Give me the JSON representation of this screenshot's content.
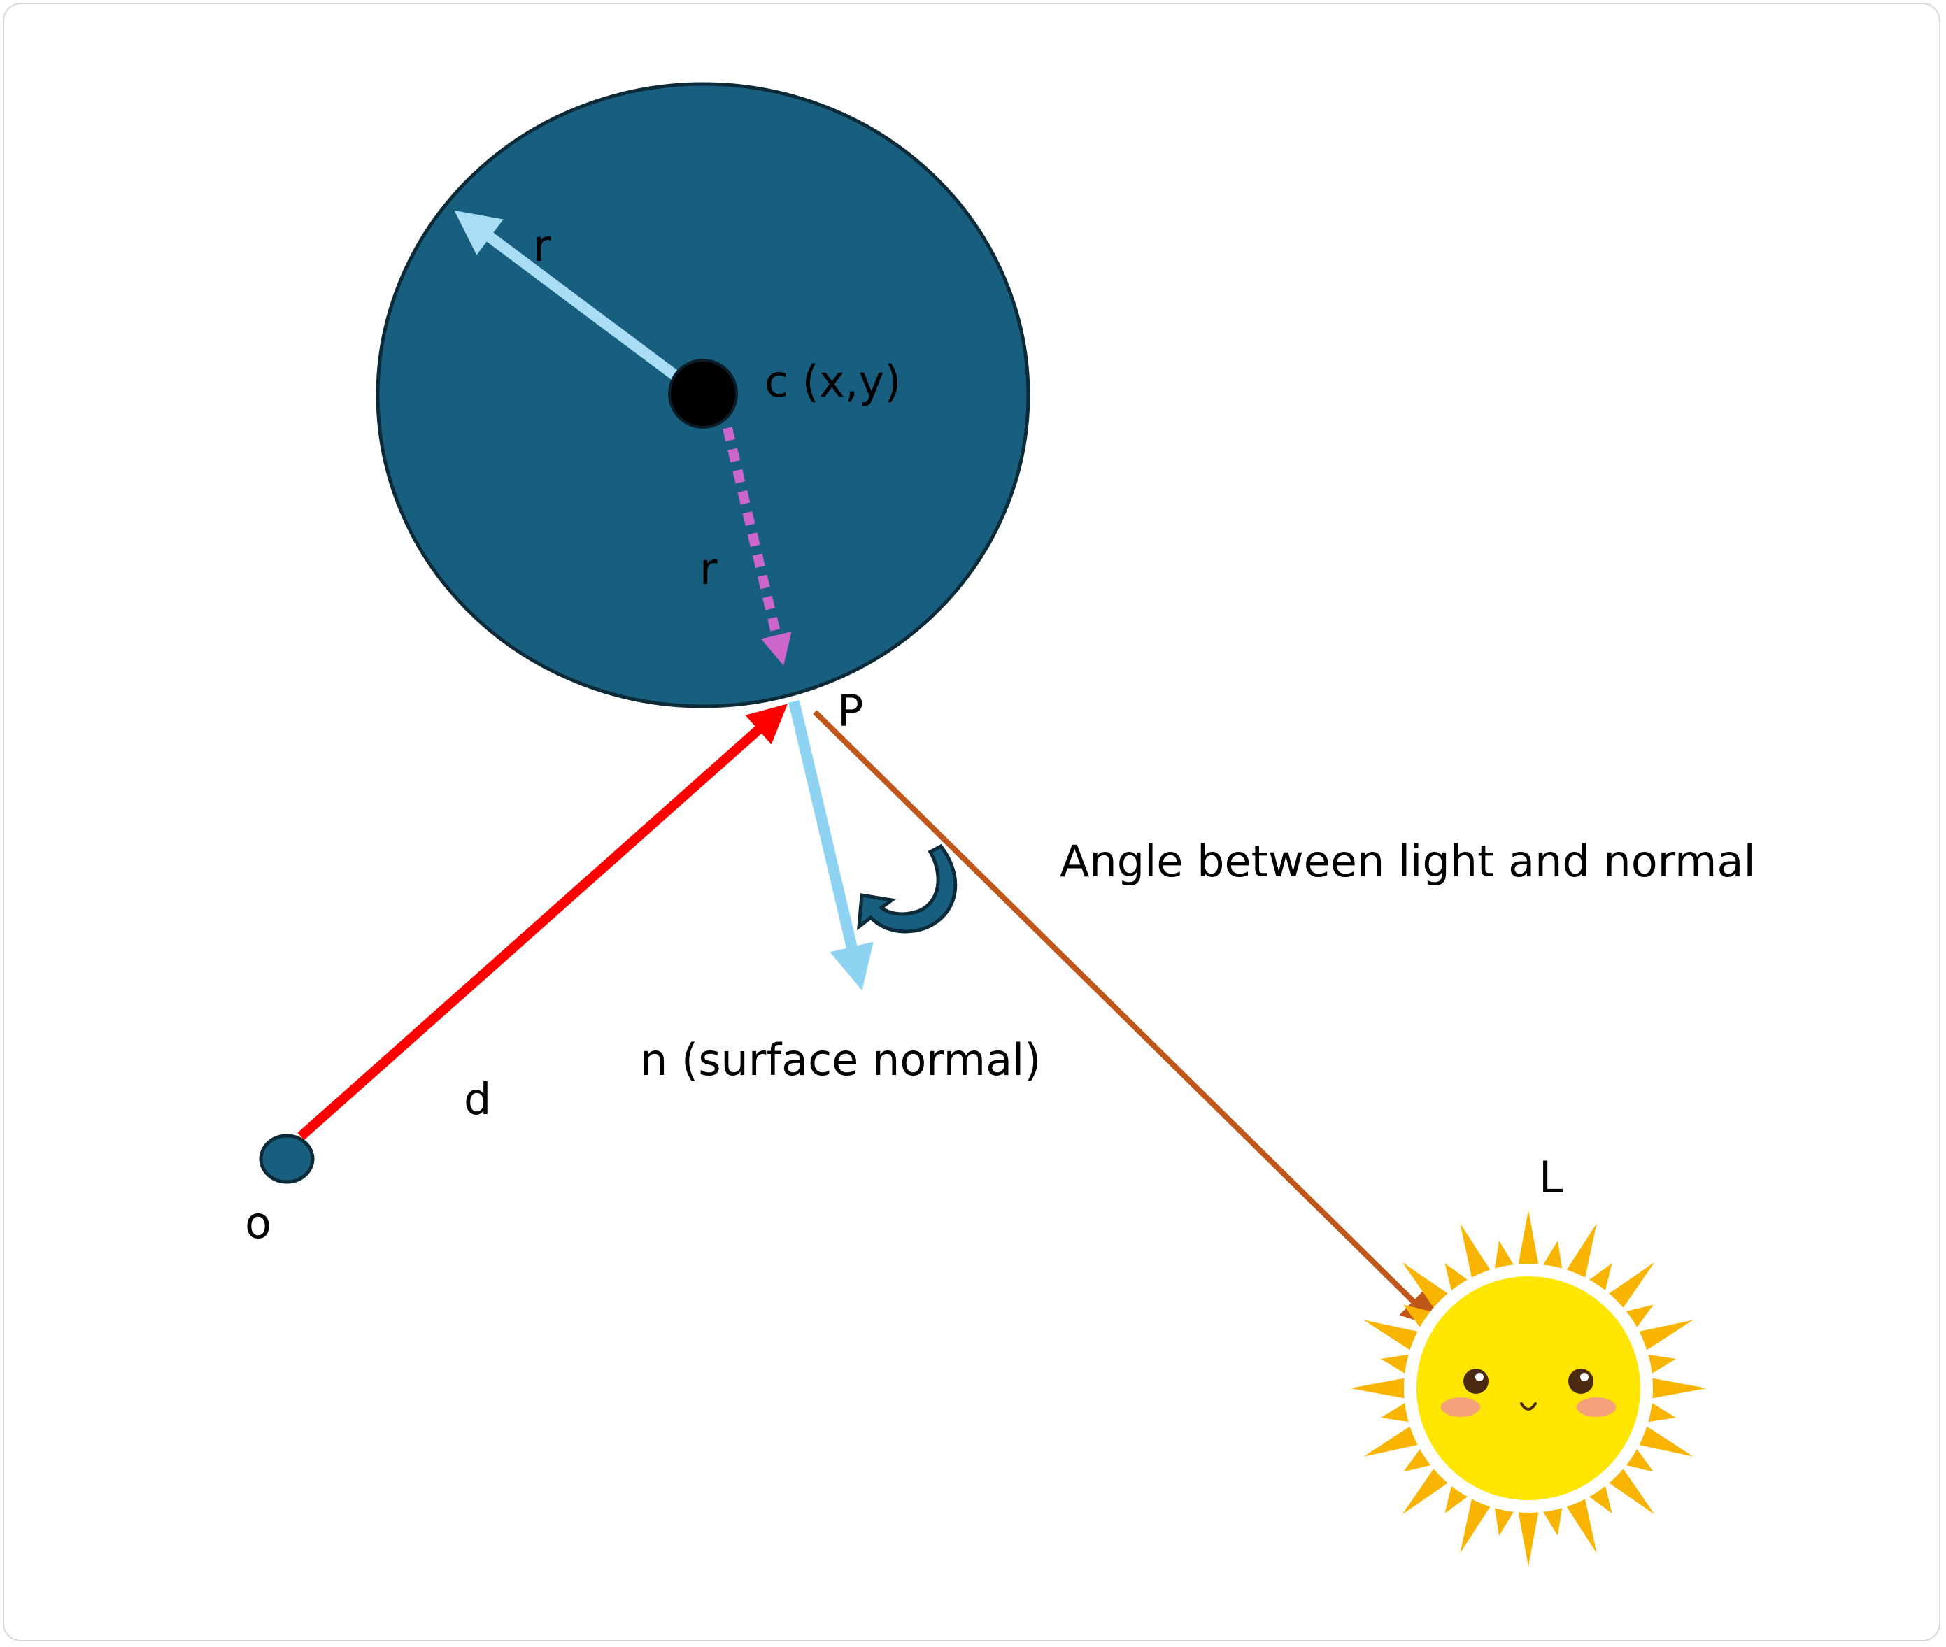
{
  "labels": {
    "radius_top": "r",
    "center": "c (x,y)",
    "radius_dotted": "r",
    "point": "P",
    "angle": "Angle between light and normal",
    "normal": "n (surface normal)",
    "direction": "d",
    "origin": "o",
    "light": "L"
  },
  "colors": {
    "sphere": "#185e7f",
    "sphere_outline": "#0d2a38",
    "radius_arrow": "#a9ddf5",
    "normal_arrow": "#8fd3f3",
    "dotted_radius": "#cc66cc",
    "ray": "#ff0000",
    "light_ray": "#c0561a",
    "sun_body": "#ffe600",
    "sun_rays": "#f9b400",
    "cheeks": "#f5a07a"
  },
  "icons": [
    "sun-icon",
    "curved-angle-arrow-icon"
  ]
}
